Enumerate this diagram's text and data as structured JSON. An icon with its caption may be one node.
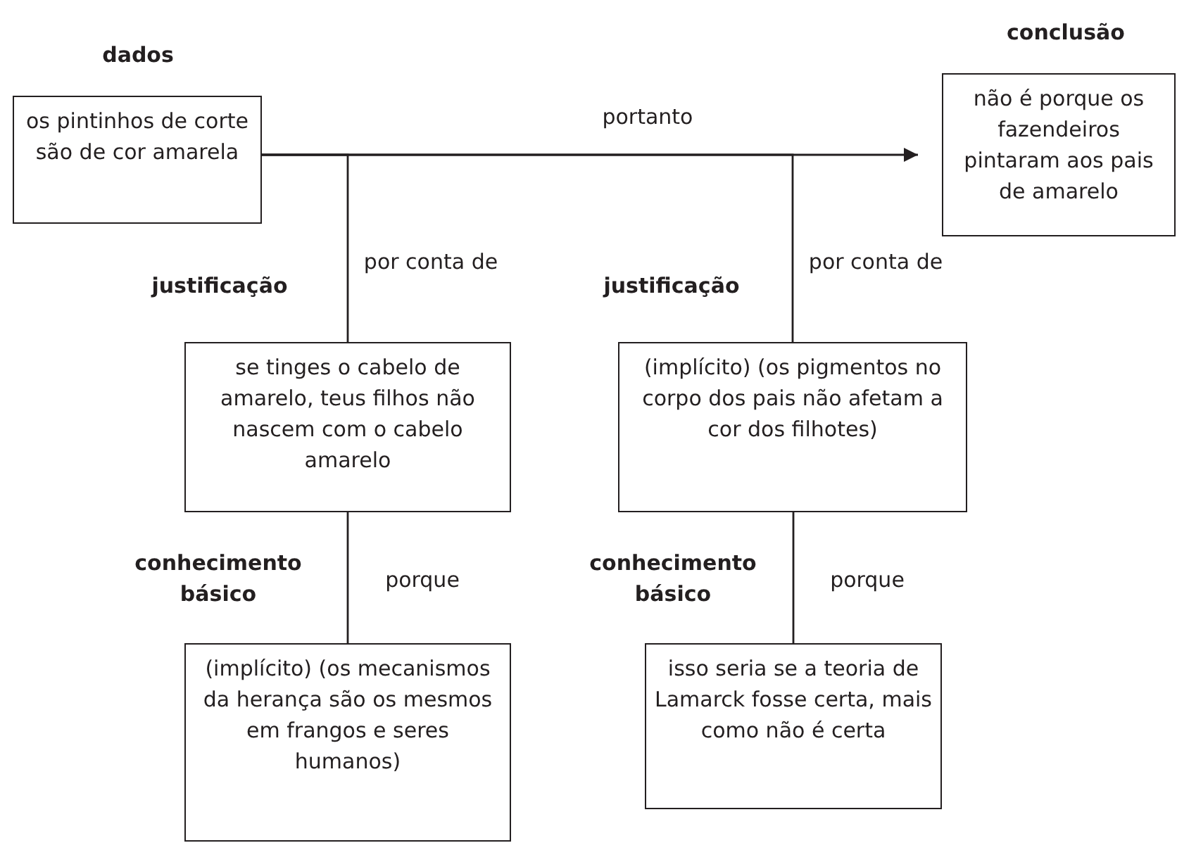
{
  "diagram": {
    "nodes": [
      {
        "text": [
          "os pintinhos de corte são de cor amarela"
        ],
        "beside": [
          "dados"
        ]
      },
      {
        "text": [
          "não é porque os fazendeiros pintaram aos pais de amarelo"
        ],
        "beside": [
          "conclusão"
        ]
      },
      {
        "text": [
          "se tinges o cabelo de amarelo, teus filhos não nascem com o cabelo amarelo"
        ],
        "beside": [
          "justificação"
        ]
      },
      {
        "text": [
          "(implícito) (os pigmentos no corpo dos pais não afetam a cor dos filhotes)"
        ],
        "beside": [
          "justificação"
        ]
      },
      {
        "text": [
          "(implícito) (os mecanismos da herança são os mesmos em frangos e seres humanos)"
        ],
        "beside": [
          "conhecimento básico"
        ]
      },
      {
        "text": [
          "isso seria se a teoria de Lamarck fosse certa, mais como não é certa"
        ],
        "beside": [
          "conhecimento básico"
        ]
      }
    ],
    "edges": [
      {
        "from": 0,
        "to": 1,
        "arrow": "to",
        "label": "portanto"
      },
      {
        "from": 0,
        "to": 2,
        "arrow": "none",
        "label": "por conta de"
      },
      {
        "from": 0,
        "to": 3,
        "arrow": "none",
        "label": "por conta de"
      },
      {
        "from": 2,
        "to": 4,
        "arrow": "none",
        "label": "porque"
      },
      {
        "from": 3,
        "to": 5,
        "arrow": "none",
        "label": "porque"
      }
    ]
  }
}
